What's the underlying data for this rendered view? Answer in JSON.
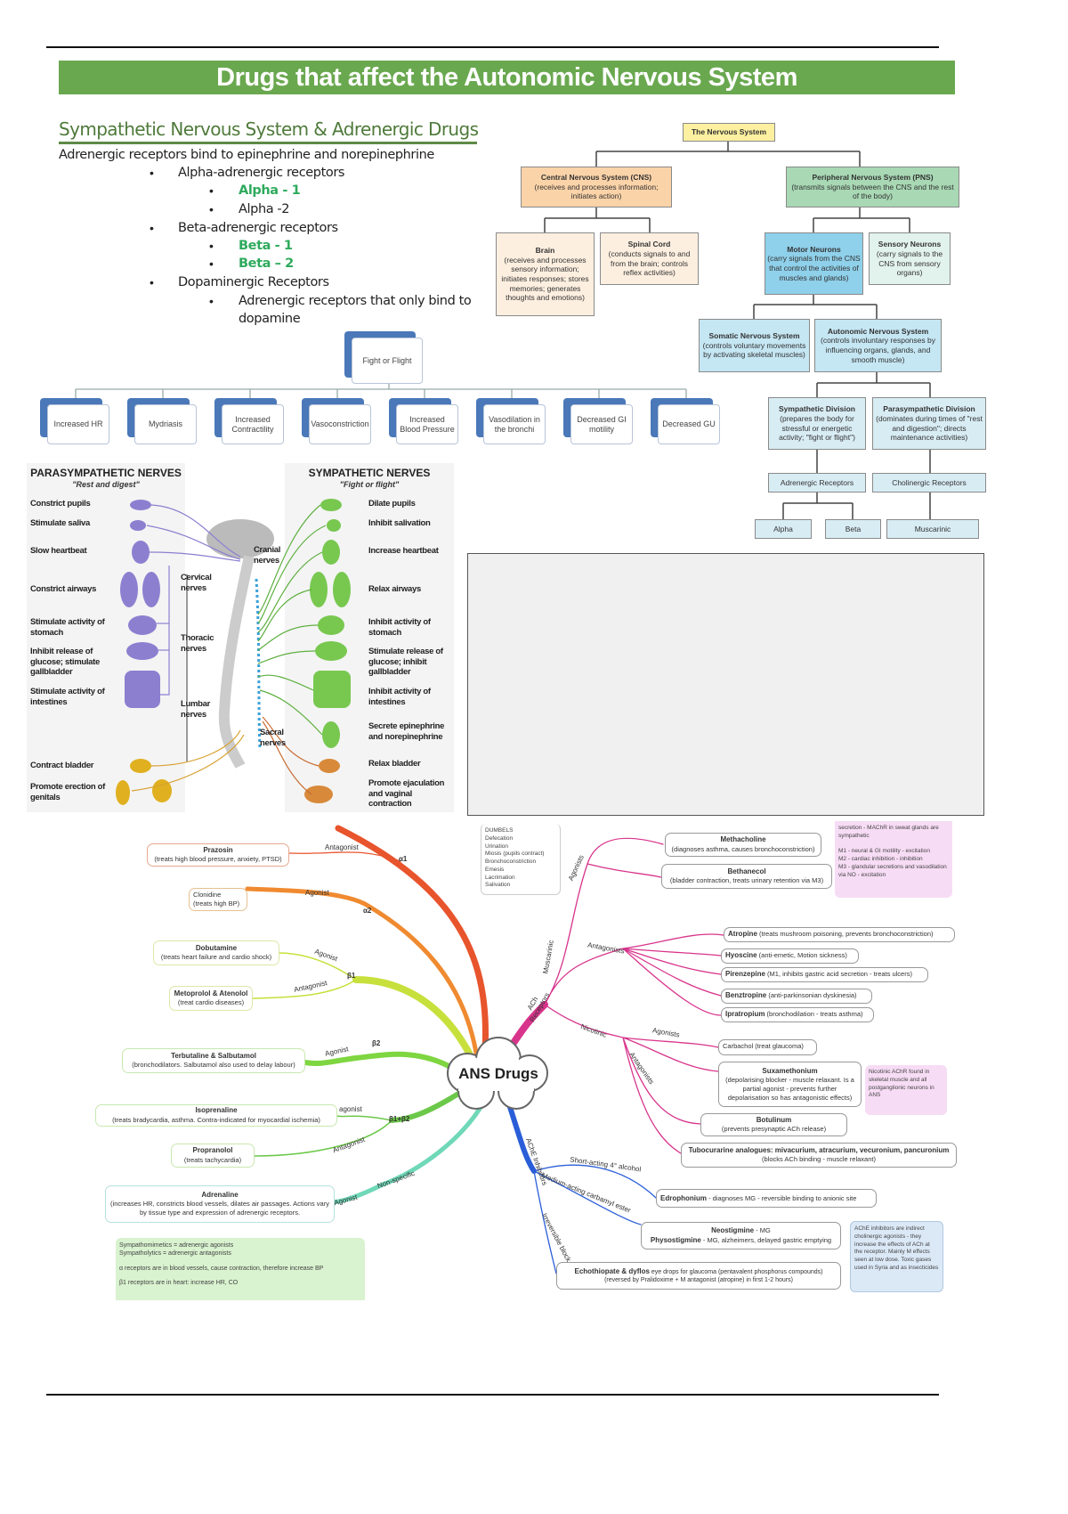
{
  "title": "Drugs that affect the Autonomic Nervous System",
  "section": {
    "heading": "Sympathetic Nervous System & Adrenergic Drugs",
    "intro": "Adrenergic receptors bind to epinephrine and norepinephrine",
    "items": [
      {
        "label": "Alpha-adrenergic receptors",
        "sub": [
          "Alpha - 1",
          "Alpha -2"
        ]
      },
      {
        "label": "Beta-adrenergic receptors",
        "sub": [
          "Beta - 1",
          "Beta – 2"
        ]
      },
      {
        "label": "Dopaminergic Receptors",
        "sub": [
          "Adrenergic receptors that only bind to",
          "dopamine"
        ]
      }
    ]
  },
  "tree": {
    "root": "The Nervous System",
    "cns": {
      "t": "Central Nervous System (CNS)",
      "d": "(receives and processes information; initiates action)"
    },
    "pns": {
      "t": "Peripheral Nervous System (PNS)",
      "d": "(transmits signals between the CNS and the rest of the body)"
    },
    "brain": {
      "t": "Brain",
      "d": "(receives and processes sensory information; initiates responses; stores memories; generates thoughts and emotions)"
    },
    "spinal": {
      "t": "Spinal Cord",
      "d": "(conducts signals to and from the brain; controls reflex activities)"
    },
    "motor": {
      "t": "Motor Neurons",
      "d": "(carry signals from the CNS that control the activities of muscles and glands)"
    },
    "sensory": {
      "t": "Sensory Neurons",
      "d": "(carry signals to the CNS from sensory organs)"
    },
    "somatic": {
      "t": "Somatic Nervous System",
      "d": "(controls voluntary movements by activating skeletal muscles)"
    },
    "autonomic": {
      "t": "Autonomic Nervous System",
      "d": "(controls involuntary responses by influencing organs, glands, and smooth muscle)"
    },
    "symp": {
      "t": "Sympathetic Division",
      "d": "(prepares the body for stressful or energetic activity; \"fight or flight\")"
    },
    "para": {
      "t": "Parasympathetic Division",
      "d": "(dominates during times of \"rest and digestion\"; directs maintenance activities)"
    },
    "adrenergic": "Adrenergic Receptors",
    "cholinergic": "Cholinergic Receptors",
    "alpha": "Alpha",
    "beta": "Beta",
    "muscarinic": "Muscarinic"
  },
  "fight_or_flight": {
    "root": "Fight or Flight",
    "effects": [
      "Increased HR",
      "Mydriasis",
      "Increased Contractility",
      "Vasoconstriction",
      "Increased Blood Pressure",
      "Vasodilation in the bronchi",
      "Decreased GI motility",
      "Decreased GU"
    ]
  },
  "nerves": {
    "para_title": "PARASYMPATHETIC NERVES",
    "para_sub": "\"Rest and digest\"",
    "symp_title": "SYMPATHETIC NERVES",
    "symp_sub": "\"Fight or flight\"",
    "para": [
      "Constrict pupils",
      "Stimulate saliva",
      "Slow heartbeat",
      "Constrict airways",
      "Stimulate activity of stomach",
      "Inhibit release of glucose; stimulate gallbladder",
      "Stimulate activity of intestines",
      "Contract bladder",
      "Promote erection of genitals"
    ],
    "symp": [
      "Dilate pupils",
      "Inhibit salivation",
      "Increase heartbeat",
      "Relax airways",
      "Inhibit activity of stomach",
      "Stimulate release of glucose; inhibit gallbladder",
      "Inhibit activity of intestines",
      "Secrete epinephrine and norepinephrine",
      "Relax bladder",
      "Promote ejaculation and vaginal contraction"
    ],
    "regions": [
      "Cranial nerves",
      "Cervical nerves",
      "Thoracic nerves",
      "Lumbar nerves",
      "Sacral nerves"
    ]
  },
  "mindmap": {
    "center": "ANS Drugs",
    "left": {
      "prazosin": {
        "t": "Prazosin",
        "d": "(treats high blood pressure, anxiety, PTSD)"
      },
      "clonidine": {
        "t": "Clonidine",
        "d": "(treats high BP)"
      },
      "dobutamine": {
        "t": "Dobutamine",
        "d": "(treats heart failure and cardio shock)"
      },
      "metoprolol": {
        "t": "Metoprolol & Atenolol",
        "d": "(treat cardio diseases)"
      },
      "terbutaline": {
        "t": "Terbutaline & Salbutamol",
        "d": "(bronchodilators. Salbutamol also used to delay labour)"
      },
      "isoprenaline": {
        "t": "Isoprenaline",
        "d": "(treats bradycardia, asthma. Contra-indicated for myocardial ischemia)"
      },
      "propranolol": {
        "t": "Propranolol",
        "d": "(treats tachycardia)"
      },
      "adrenaline": {
        "t": "Adrenaline",
        "d": "(increases HR, constricts blood vessels, dilates air passages. Actions vary by tissue type and expression of adrenergic receptors."
      },
      "labels": {
        "antagonist": "Antagonist",
        "agonist": "Agonist",
        "agonist_lc": "agonist",
        "a1": "α1",
        "a2": "α2",
        "b1": "β1",
        "b2": "β2",
        "b1b2": "β1+β2",
        "nonspecific": "Non-specific"
      },
      "note": [
        "Sympathomimetics = adrenergic agonists",
        "Sympatholytics = adrenergic antagonists",
        "α receptors are in blood vessels, cause contraction, therefore increase BP",
        "β1 receptors are in heart: increase HR, CO"
      ]
    },
    "right": {
      "dumbels": "DUMBELS\nDefecation\nUrination\nMiosis (pupils contract)\nBronchoconstriction\nEmesis\nLacrimation\nSalivation",
      "methacholine": {
        "t": "Methacholine",
        "d": "(diagnoses asthma, causes bronchoconstriction)"
      },
      "bethanecol": {
        "t": "Bethanecol",
        "d": "(bladder contraction, treats urinary retention via M3)"
      },
      "muscarinic_note": "secretion - MAChR in sweat glands are sympathetic\n\nM1 - neural & GI motility - excitation\nM2 - cardiac inhibition - inhibition\nM3 - glandular secretions and vasodilation via NO - excitation",
      "atropine": {
        "t": "Atropine",
        "d": " (treats mushroom poisoning, prevents bronchoconstriction)"
      },
      "hyoscine": {
        "t": "Hyoscine",
        "d": " (anti-emetic, Motion sickness)"
      },
      "pirenzepine": {
        "t": "Pirenzepine",
        "d": " (M1, inhibits gastric acid secretion - treats ulcers)"
      },
      "benztropine": {
        "t": "Benztropine",
        "d": " (anti-parkinsonian dyskinesia)"
      },
      "ipratropium": {
        "t": "Ipratropium",
        "d": " (bronchodilation - treats asthma)"
      },
      "carbachol": {
        "t": "Carbachol",
        "d": " (treat glaucoma)"
      },
      "suxamethonium": {
        "t": "Suxamethonium",
        "d": "(depolarising blocker - muscle relaxant. Is a partial agonist - prevents further depolarisation so has antagonistic effects)"
      },
      "nicotinic_note": "Nicotinic AChR found in skeletal muscle and all postganglionic neurons in ANS",
      "botulinum": {
        "t": "Botulinum",
        "d": "(prevents presynaptic ACh release)"
      },
      "tubocurarine": {
        "t": "Tubocurarine analogues: mivacurium, atracurium, vecuronium, pancuronium",
        "d": "(blocks ACh binding - muscle relaxant)"
      },
      "edrophonium": {
        "t": "Edrophonium",
        "d": " - diagnoses MG - reversible binding to anionic site"
      },
      "neostigmine": {
        "t": "Neostigmine",
        "d": " - MG"
      },
      "physostigmine": {
        "t": "Physostigmine",
        "d": " - MG, alzheimers, delayed gastric emptying"
      },
      "echothiopate": {
        "t": "Echothiopate & dyflos",
        "d": " eye drops for glaucoma (pentavalent phosphorus compounds)",
        "d2": "(reversed by Pralidoxime + M antagonist (atropine) in first 1-2 hours)"
      },
      "ache_note": "AChE inhibitors are indirect cholinergic agonists - they increase the effects of ACh at the receptor. Mainly M effects seen at low dose. Toxic gases used in Syria and as insecticides",
      "labels": {
        "agonists": "Agonists",
        "antagonists": "Antagonists",
        "muscarinic": "Muscarinic",
        "ach": "ACh Receptors",
        "nicotinic": "Nicotinic",
        "ache": "AChE Inhibitors",
        "short": "Short-acting 4° alcohol",
        "medium": "Medium-acting carbamyl ester",
        "irreversible": "Irreversible block"
      }
    }
  },
  "colors": {
    "title_bar": "#6aa84f",
    "heading": "#4f7a3a",
    "green_text": "#2eaa5c",
    "alpha1": "#e8542c",
    "alpha2": "#f08a30",
    "beta1": "#c8e03c",
    "beta2": "#7ed640",
    "beta12": "#6cc84a",
    "nonspecific": "#6fd8b8",
    "ach": "#d8348c",
    "ache": "#2a5ed8"
  }
}
